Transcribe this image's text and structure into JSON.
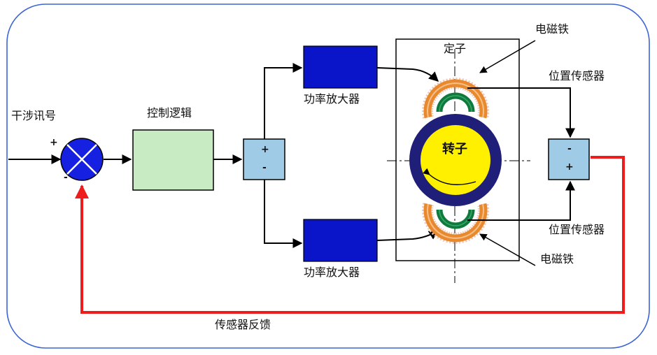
{
  "labels": {
    "interference": "干涉讯号",
    "control_logic": "控制逻辑",
    "amp_top": "功率放大器",
    "amp_bottom": "功率放大器",
    "stator": "定子",
    "rotor": "转子",
    "electromagnet_top": "电磁铁",
    "electromagnet_bottom": "电磁铁",
    "position_sensor_top": "位置传感器",
    "position_sensor_bottom": "位置传感器",
    "sensor_feedback": "传感器反馈"
  },
  "signs": {
    "sum_plus": "+",
    "sum_minus": "-",
    "split_plus": "+",
    "split_minus": "-",
    "diff_minus": "-",
    "diff_plus": "+"
  },
  "colors": {
    "frame": "#3b64d6",
    "amplifier": "#0a14c8",
    "control_logic": "#c8ebc4",
    "small_box": "#9fcbe6",
    "summing": "#1520e0",
    "feedback": "#ee1c1c",
    "rotor_ring": "#1f1f7a",
    "rotor_core": "#fff000",
    "coil_orange": "#e8892e",
    "coil_green": "#0e7a3c"
  }
}
